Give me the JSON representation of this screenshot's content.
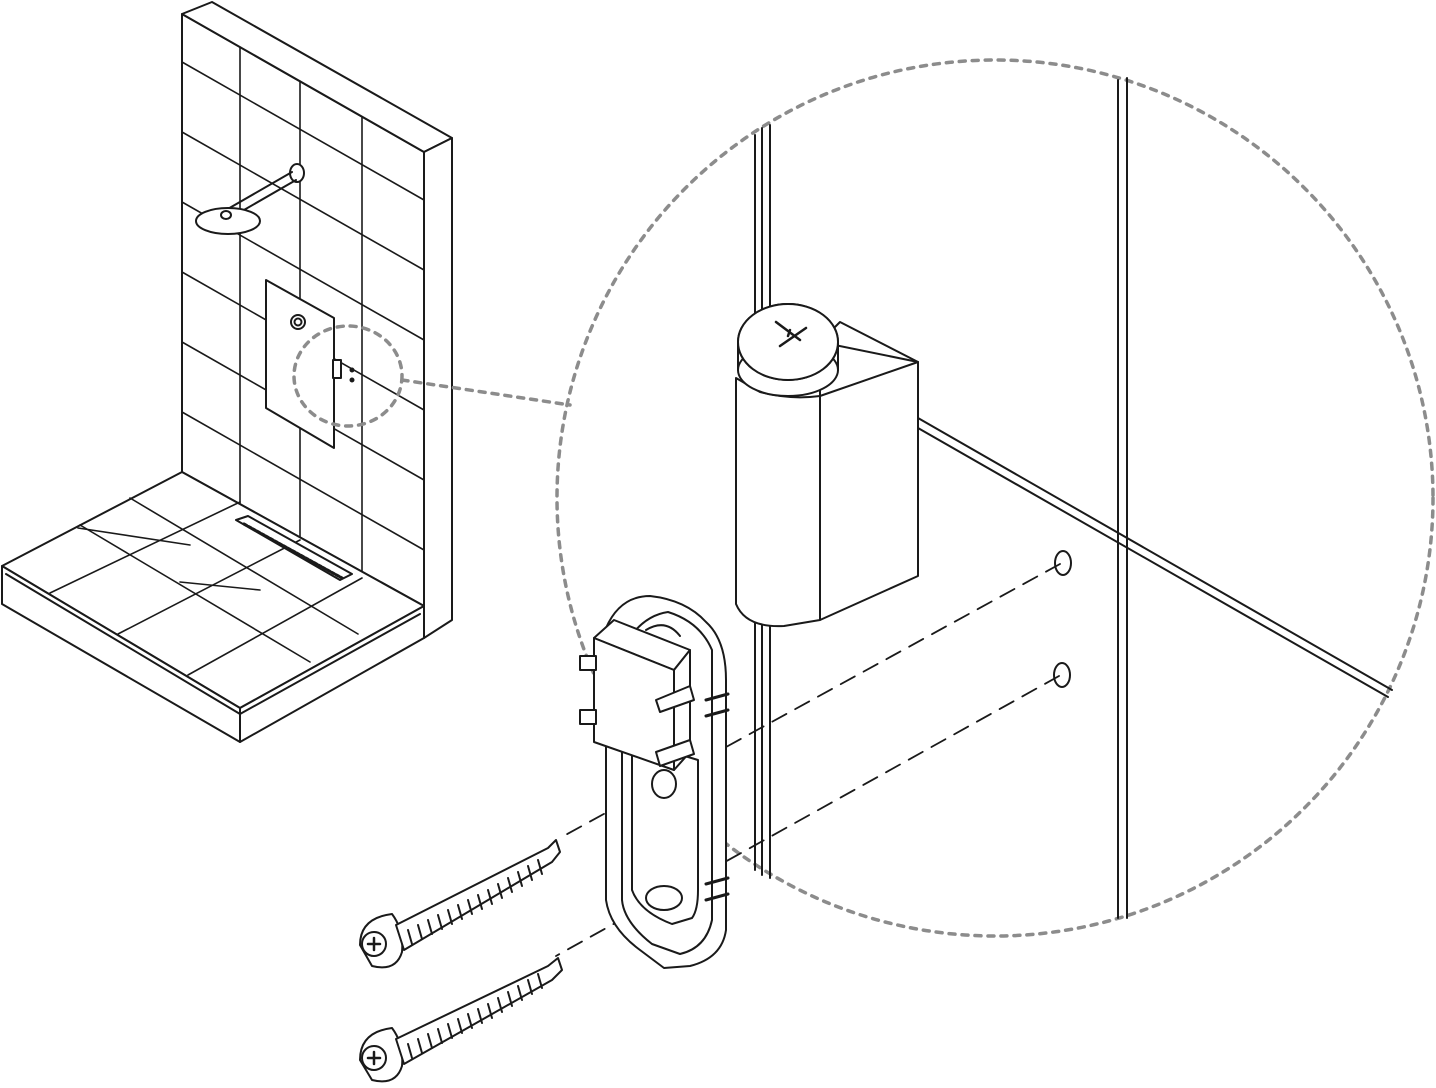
{
  "diagram": {
    "type": "technical-assembly-illustration",
    "stroke_color": "#1a1a1a",
    "detail_callout_color": "#8c8c8c",
    "background_color": "#ffffff",
    "parts": [
      "shower-enclosure",
      "wall-mounting-bracket",
      "clip-on-cover",
      "screw",
      "screw",
      "drill-hole",
      "drill-hole"
    ]
  }
}
